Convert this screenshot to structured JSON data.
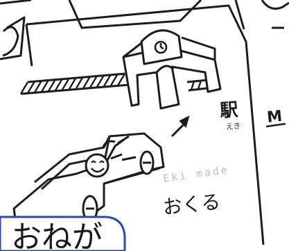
{
  "illustration": {
    "station_kanji": "駅",
    "station_furigana": "えき",
    "romaji_caption": "Eki made",
    "verb_caption": "おくる",
    "edge_letter": "M",
    "speech_bubble_text": "おねが"
  },
  "colors": {
    "ink": "#1c1c1c",
    "paper": "#ffffff",
    "bubble_border": "#2f4aa0",
    "faint_ink": "#bdbdbd"
  },
  "icons": [
    "station-building-icon",
    "clock-icon",
    "car-icon",
    "smiling-face-icon",
    "direction-arrow-icon",
    "railroad-track-icon"
  ]
}
